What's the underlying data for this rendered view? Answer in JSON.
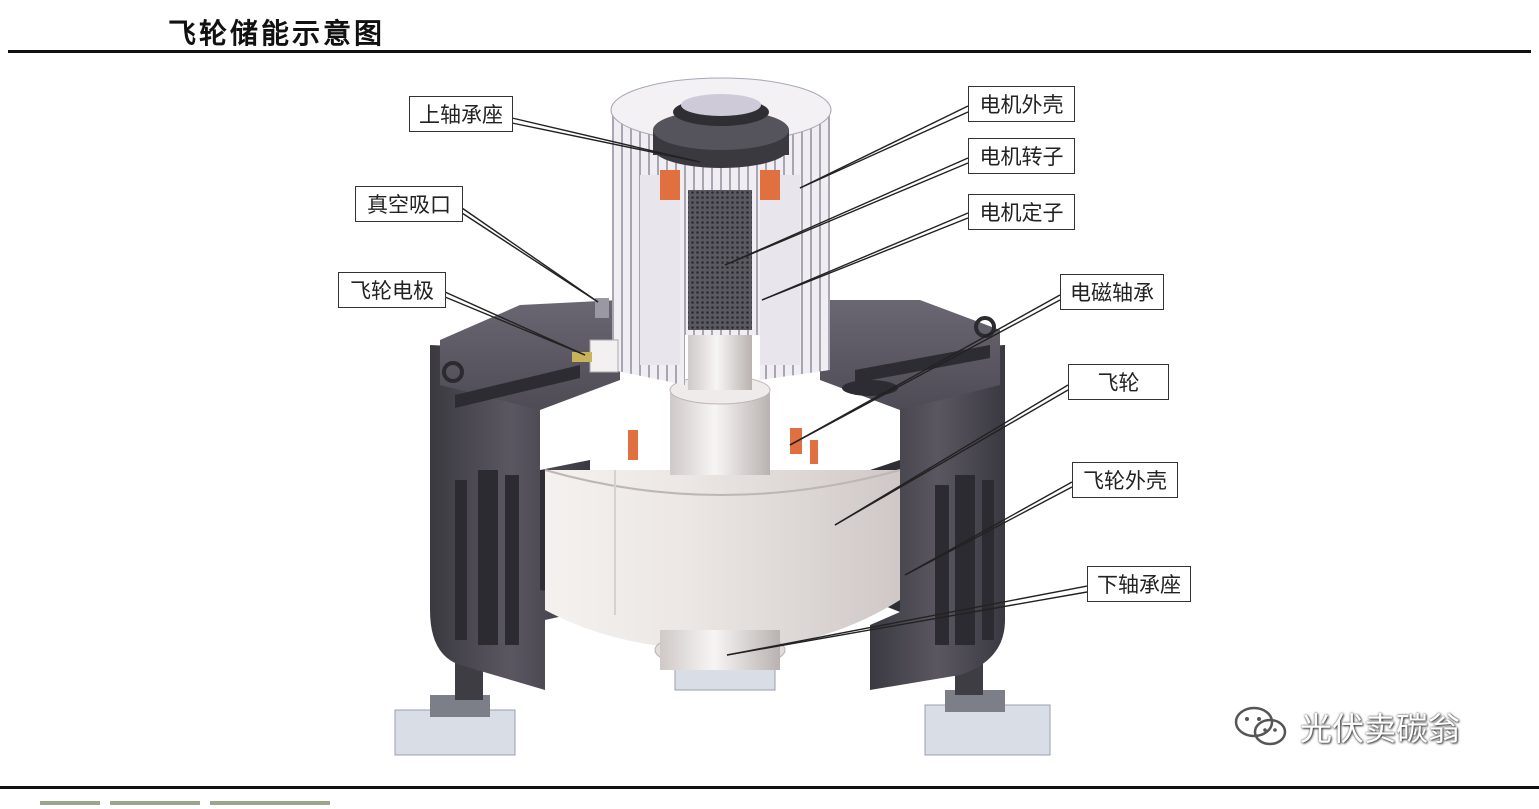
{
  "title": "飞轮储能示意图",
  "labels": {
    "upper_bearing_seat": "上轴承座",
    "vacuum_port": "真空吸口",
    "flywheel_electrode": "飞轮电极",
    "motor_housing": "电机外壳",
    "motor_rotor": "电机转子",
    "motor_stator": "电机定子",
    "magnetic_bearing": "电磁轴承",
    "flywheel": "飞轮",
    "flywheel_housing": "飞轮外壳",
    "lower_bearing_seat": "下轴承座"
  },
  "watermark": {
    "text": "光伏卖碳翁",
    "icon": "wechat-icon"
  },
  "colors": {
    "housing_dark": "#4a4750",
    "flywheel_light": "#e9e4e2",
    "copper": "#e07040",
    "label_border": "#333333"
  }
}
